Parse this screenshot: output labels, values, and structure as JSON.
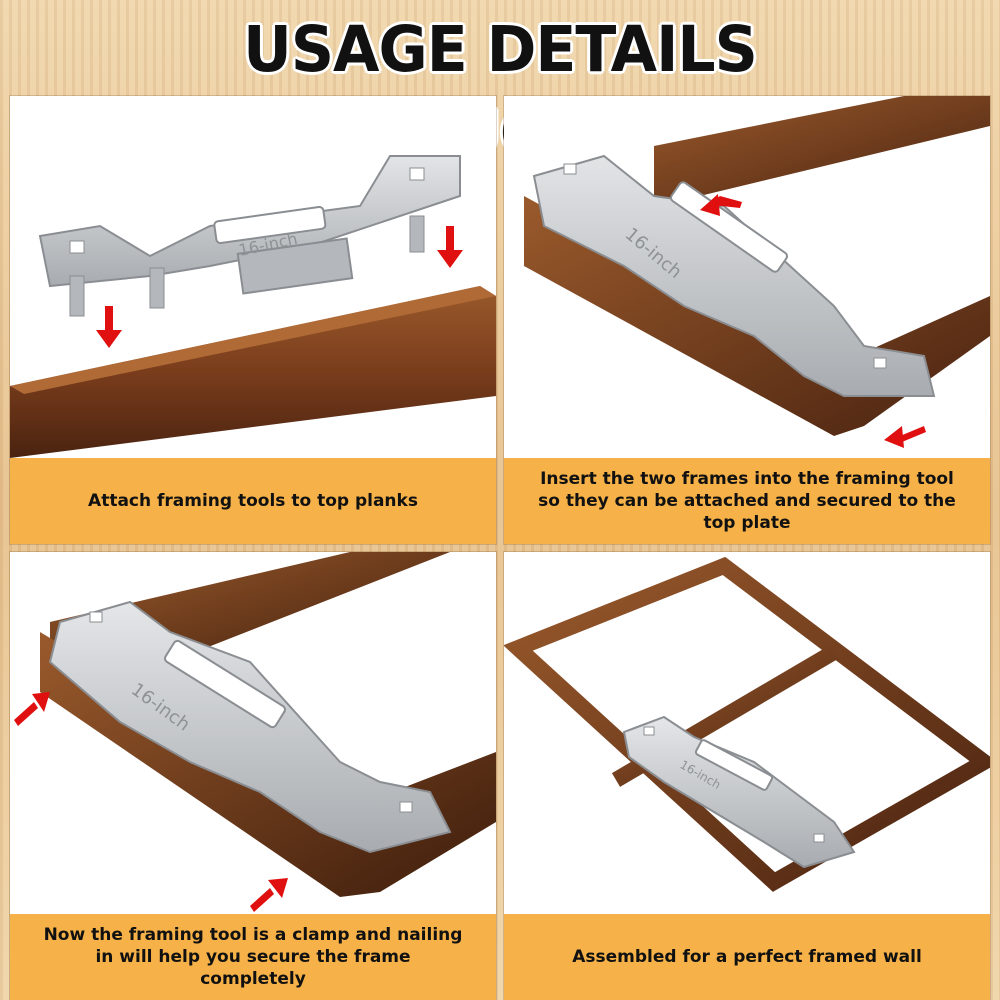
{
  "title": "USAGE DETAILS INSTRUCTIONS",
  "steps": [
    {
      "caption": "Attach framing tools to top planks",
      "tool_text": "16-inch"
    },
    {
      "caption": "Insert the two frames into the framing tool so they can be attached and secured to the top plate",
      "tool_text": "16-inch"
    },
    {
      "caption": "Now the framing tool is a clamp and nailing in will help you secure the frame completely",
      "tool_text": "16-inch"
    },
    {
      "caption": "Assembled for a perfect framed wall",
      "tool_text": "16-inch"
    }
  ],
  "colors": {
    "caption_bg": "#f6b248",
    "wood": "#7a3d1c",
    "metal": "#c8cbce",
    "arrow": "#e01010"
  }
}
